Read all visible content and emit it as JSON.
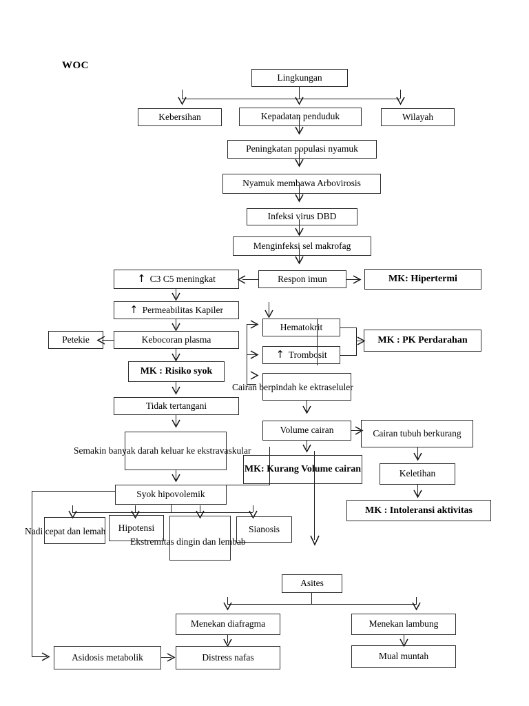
{
  "page": {
    "title": "WOC",
    "document_type": "flowchart",
    "language": "id",
    "background": "#ffffff",
    "line_color": "#1c1c1c",
    "box_border_color": "#2b2b2b",
    "text_color": "#000000"
  },
  "nodes": {
    "lingkungan": "Lingkungan",
    "kebersihan": "Kebersihan",
    "kepadatan_penduduk": "Kepadatan penduduk",
    "wilayah": "Wilayah",
    "peningkatan_populasi_nyamuk": "Peningkatan populasi nyamuk",
    "nyamuk_membawa_arbovirosis": "Nyamuk membawa Arbovirosis",
    "infeksi_virus_dbd": "Infeksi virus DBD",
    "menginfeksi_sel_makrofag": "Menginfeksi sel makrofag",
    "respon_imun": "Respon imun",
    "mk_hipertermi": "MK: Hipertermi",
    "c3_c5_meningkat": "C3 C5 meningkat",
    "permeabilitas_kapiler": "Permeabilitas Kapiler",
    "kebocoran_plasma": "Kebocoran plasma",
    "petekie": "Petekie",
    "mk_risiko_syok": "MK : Risiko syok",
    "tidak_tertangani": "Tidak tertangani",
    "hematokrit": "Hematokrit",
    "trombosit": "Trombosit",
    "mk_pk_perdarahan": "MK : PK Perdarahan",
    "cairan_berpindah": "Cairan berpindah ke ektraseluler",
    "volume_cairan": "Volume cairan",
    "cairan_tubuh_berkurang": "Cairan tubuh berkurang",
    "mk_kurang_volume_cairan": "MK: Kurang Volume cairan",
    "keletihan": "Keletihan",
    "mk_intoleransi_aktivitas": "MK : Intoleransi aktivitas",
    "semakin_banyak_darah": "Semakin banyak darah keluar ke ekstravaskular",
    "syok_hipovolemik": "Syok hipovolemik",
    "nadi_cepat_dan_lemah": "Nadi cepat dan lemah",
    "hipotensi": "Hipotensi",
    "ekstremitas_dingin": "Ekstremitas dingin dan lembab",
    "sianosis": "Sianosis",
    "asidosis_metabolik": "Asidosis metabolik",
    "asites": "Asites",
    "menekan_diafragma": "Menekan diafragma",
    "menekan_lambung": "Menekan lambung",
    "distress_nafas": "Distress nafas",
    "mual_muntah": "Mual muntah"
  },
  "glyphs": {
    "up_arrow": "↑"
  },
  "annotated_nodes": [
    {
      "node": "c3_c5_meningkat",
      "glyph": "↑"
    },
    {
      "node": "permeabilitas_kapiler",
      "glyph": "↑"
    },
    {
      "node": "trombosit",
      "glyph": "↑"
    }
  ],
  "emphasis_nodes": [
    "mk_hipertermi",
    "mk_pk_perdarahan",
    "mk_risiko_syok",
    "mk_kurang_volume_cairan",
    "mk_intoleransi_aktivitas"
  ],
  "edges": [
    {
      "from": "lingkungan",
      "to": "kebersihan"
    },
    {
      "from": "lingkungan",
      "to": "kepadatan_penduduk"
    },
    {
      "from": "lingkungan",
      "to": "wilayah"
    },
    {
      "from": "kepadatan_penduduk",
      "to": "peningkatan_populasi_nyamuk"
    },
    {
      "from": "peningkatan_populasi_nyamuk",
      "to": "nyamuk_membawa_arbovirosis"
    },
    {
      "from": "nyamuk_membawa_arbovirosis",
      "to": "infeksi_virus_dbd"
    },
    {
      "from": "infeksi_virus_dbd",
      "to": "menginfeksi_sel_makrofag"
    },
    {
      "from": "menginfeksi_sel_makrofag",
      "to": "respon_imun"
    },
    {
      "from": "respon_imun",
      "to": "mk_hipertermi"
    },
    {
      "from": "respon_imun",
      "to": "c3_c5_meningkat"
    },
    {
      "from": "c3_c5_meningkat",
      "to": "permeabilitas_kapiler"
    },
    {
      "from": "permeabilitas_kapiler",
      "to": "kebocoran_plasma"
    },
    {
      "from": "kebocoran_plasma",
      "to": "petekie"
    },
    {
      "from": "kebocoran_plasma",
      "to": "mk_risiko_syok"
    },
    {
      "from": "kebocoran_plasma",
      "to": "hematokrit"
    },
    {
      "from": "kebocoran_plasma",
      "to": "trombosit"
    },
    {
      "from": "kebocoran_plasma",
      "to": "cairan_berpindah"
    },
    {
      "from": "hematokrit",
      "to": "mk_pk_perdarahan"
    },
    {
      "from": "trombosit",
      "to": "mk_pk_perdarahan"
    },
    {
      "from": "mk_risiko_syok",
      "to": "tidak_tertangani"
    },
    {
      "from": "cairan_berpindah",
      "to": "volume_cairan"
    },
    {
      "from": "volume_cairan",
      "to": "cairan_tubuh_berkurang"
    },
    {
      "from": "volume_cairan",
      "to": "mk_kurang_volume_cairan"
    },
    {
      "from": "volume_cairan",
      "to": "asites"
    },
    {
      "from": "cairan_tubuh_berkurang",
      "to": "keletihan"
    },
    {
      "from": "keletihan",
      "to": "mk_intoleransi_aktivitas"
    },
    {
      "from": "tidak_tertangani",
      "to": "semakin_banyak_darah"
    },
    {
      "from": "semakin_banyak_darah",
      "to": "syok_hipovolemik"
    },
    {
      "from": "syok_hipovolemik",
      "to": "nadi_cepat_dan_lemah"
    },
    {
      "from": "syok_hipovolemik",
      "to": "hipotensi"
    },
    {
      "from": "syok_hipovolemik",
      "to": "ekstremitas_dingin"
    },
    {
      "from": "syok_hipovolemik",
      "to": "sianosis"
    },
    {
      "from": "syok_hipovolemik",
      "to": "asidosis_metabolik"
    },
    {
      "from": "asidosis_metabolik",
      "to": "distress_nafas"
    },
    {
      "from": "asites",
      "to": "menekan_diafragma"
    },
    {
      "from": "asites",
      "to": "menekan_lambung"
    },
    {
      "from": "menekan_diafragma",
      "to": "distress_nafas"
    },
    {
      "from": "menekan_lambung",
      "to": "mual_muntah"
    }
  ]
}
